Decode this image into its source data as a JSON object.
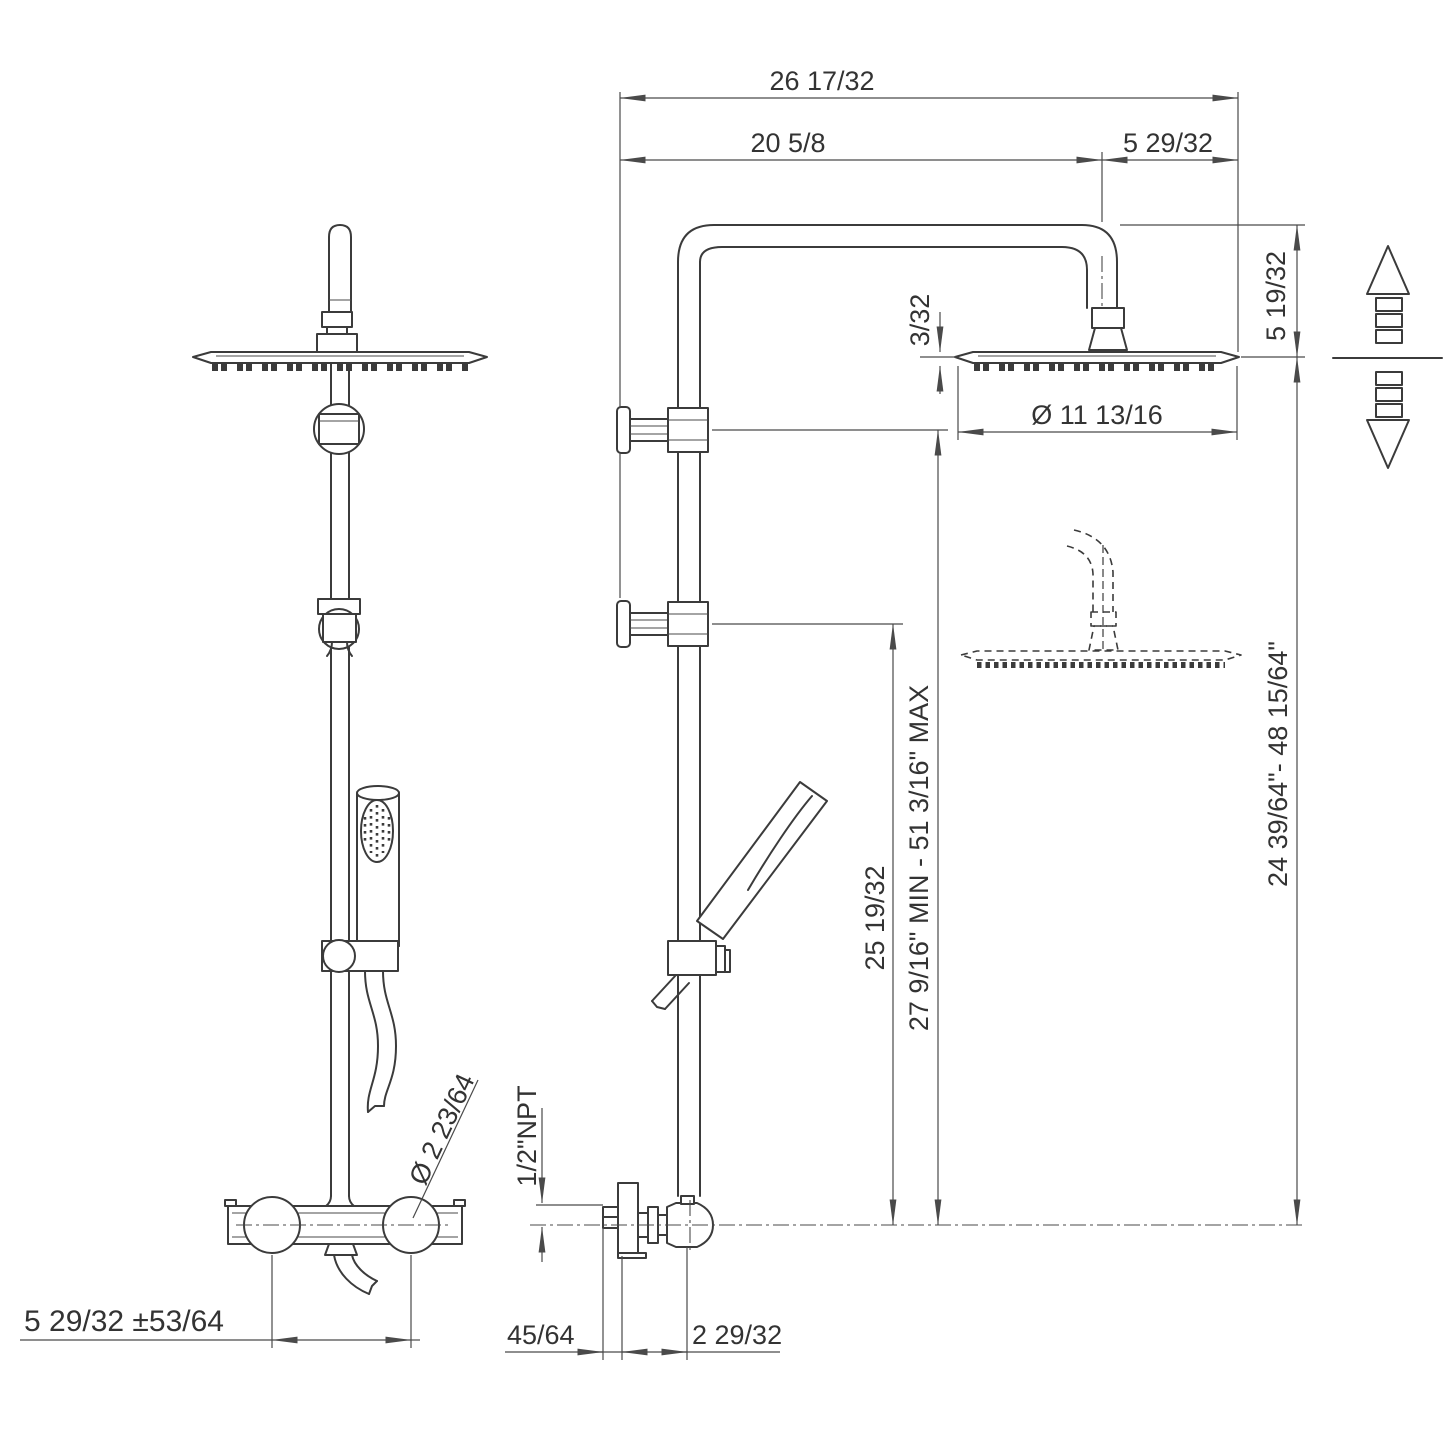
{
  "drawing": {
    "background": "#ffffff",
    "line_color": "#3b3b3b",
    "labels": {
      "top_overall": "26 17/32",
      "top_arm": "20 5/8",
      "top_head_offset": "5 29/32",
      "head_drop": "5 19/32",
      "head_thickness": "3/32",
      "head_diameter": "Ø 11 13/16",
      "lower_bracket_height": "25 19/32",
      "upper_bracket_height": "27 9/16\" MIN - 51 3/16\" MAX",
      "column_height_range": "24 39/64\"- 48 15/64\"",
      "hose_diameter": "Ø 2 23/64",
      "valve_centers": "5 29/32 ±53/64",
      "supply_thread": "1/2\"NPT",
      "wall_clearance": "45/64",
      "valve_projection": "2 29/32"
    }
  }
}
